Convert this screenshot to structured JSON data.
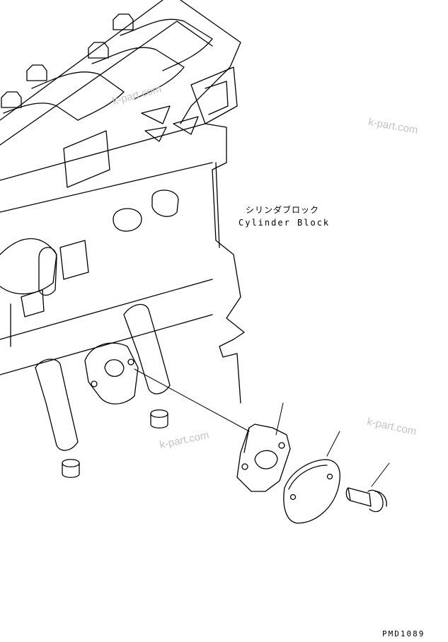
{
  "labels": {
    "cylinder_block_jp": "シリンダブロック",
    "cylinder_block_en": "Cylinder Block",
    "drawing_code": "PMD1089"
  },
  "watermark": "k-part.com",
  "colors": {
    "line": "#000000",
    "watermark": "#c4c4c4",
    "background": "#ffffff"
  }
}
